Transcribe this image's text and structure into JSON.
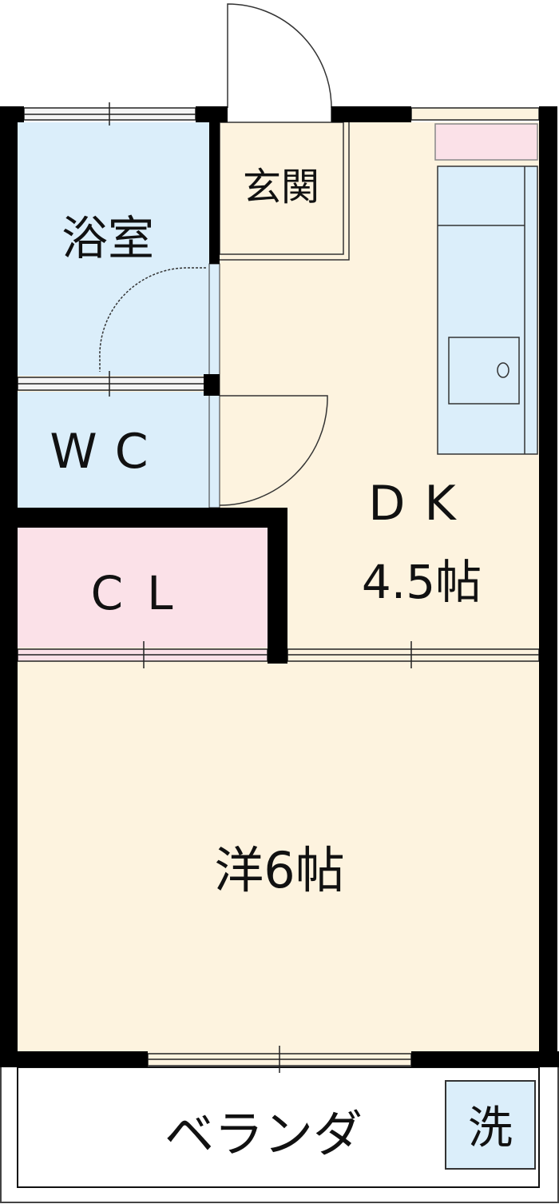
{
  "floorplan": {
    "rooms": {
      "bath": "浴室",
      "entrance": "玄関",
      "wc": "WC",
      "dk": "DK",
      "dk_size": "4.5帖",
      "closet": "CL",
      "western": "洋6帖",
      "veranda": "ベランダ",
      "laundry": "洗"
    },
    "colors": {
      "wall": "#000000",
      "wet_area": "#dbeefa",
      "living": "#fdf3df",
      "closet": "#fbe1e8",
      "veranda": "#ffffff"
    }
  }
}
